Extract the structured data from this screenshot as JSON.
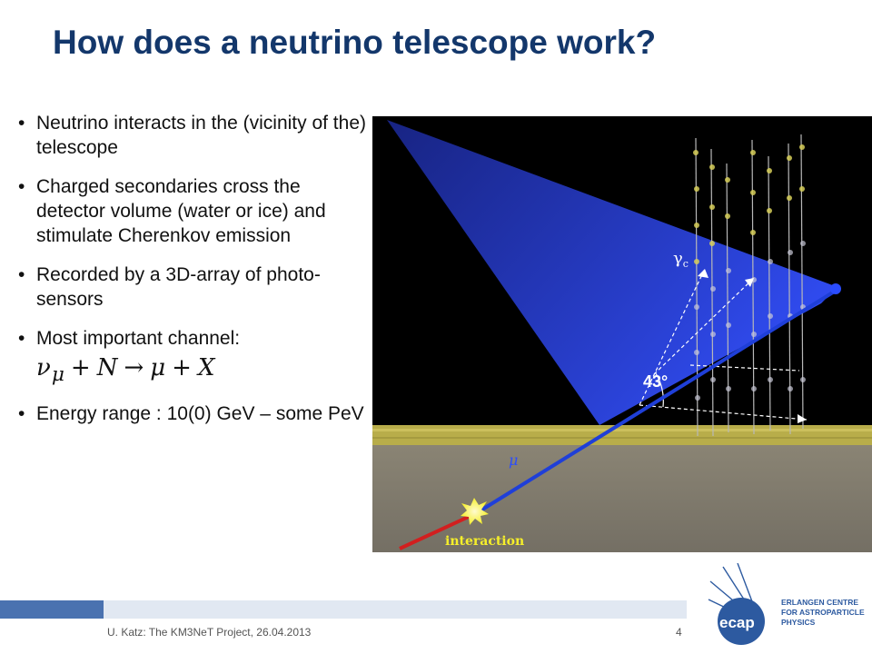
{
  "slide": {
    "title": "How does a neutrino telescope work?",
    "bullets": [
      "Neutrino interacts in the (vicinity of the) telescope",
      "Charged secondaries cross the detector volume (water or ice) and stimulate Cherenkov emission",
      "Recorded by a 3D-array of photo-sensors",
      "Most important channel:",
      "Energy range : 10(0) GeV – some PeV"
    ],
    "formula": {
      "nu": "ν",
      "nu_sub": "μ",
      "plus1": "+",
      "n": "N",
      "arrow": "→",
      "mu": "μ",
      "plus2": "+",
      "x": "X"
    }
  },
  "figure": {
    "angle_label": "43°",
    "gamma_label": "γ",
    "gamma_sub": "c",
    "muon_label": "μ",
    "interaction_label": "interaction",
    "colors": {
      "background": "#000000",
      "cone": "#2a3fd6",
      "seabed": "#847e70",
      "sediment": "#b8ad4a",
      "muon_track": "#1f3fd8",
      "neutrino_track": "#d21f1f",
      "flash": "#f6ef2a"
    }
  },
  "footer": {
    "text": "U. Katz: The KM3NeT Project, 26.04.2013",
    "page": "4"
  },
  "logo": {
    "name": "ecap",
    "line1": "ERLANGEN CENTRE",
    "line2": "FOR ASTROPARTICLE",
    "line3": "PHYSICS",
    "color": "#2d5aa0"
  }
}
